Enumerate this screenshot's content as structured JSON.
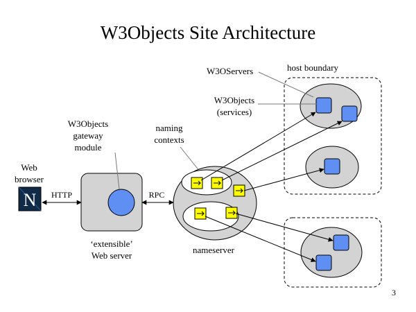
{
  "title": "W3Objects Site Architecture",
  "labels": {
    "w3oservers": "W3OServers",
    "host_boundary": "host boundary",
    "w3objects_services_line1": "W3Objects",
    "w3objects_services_line2": "(services)",
    "gateway_line1": "W3Objects",
    "gateway_line2": "gateway",
    "gateway_line3": "module",
    "naming_line1": "naming",
    "naming_line2": "contexts",
    "browser_line1": "Web",
    "browser_line2": "browser",
    "browser_logo_letter": "N",
    "http": "HTTP",
    "rpc": "RPC",
    "server_line1": "‘extensible’",
    "server_line2": "Web server",
    "nameserver": "nameserver",
    "page_number": "3"
  },
  "colors": {
    "service_object": "#5f8ff2",
    "naming_context": "#ffff00",
    "ellipse_fill": "#d3d3d3",
    "browser_logo_bg": "#102a48"
  }
}
